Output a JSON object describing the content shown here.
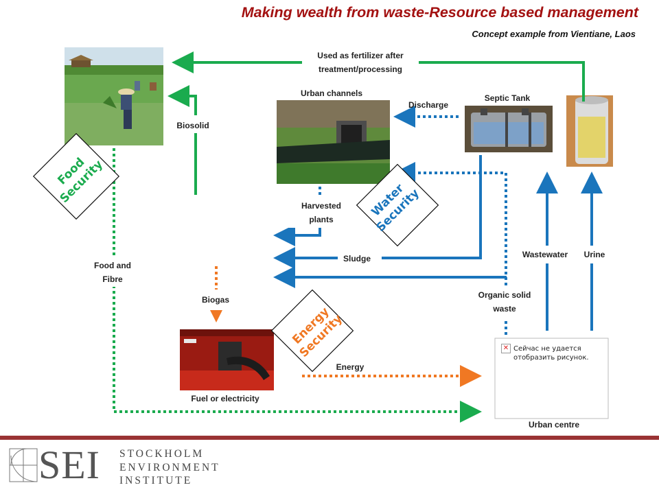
{
  "header": {
    "title": "Making wealth from waste-Resource based management",
    "subtitle": "Concept example from Vientiane, Laos"
  },
  "diagram": {
    "nodes": {
      "urban_channels": "Urban channels",
      "septic_tank": "Septic Tank",
      "urban_centre": "Urban centre",
      "fuel": "Fuel or electricity"
    },
    "flows": {
      "fertilizer_line1": "Used as fertilizer after",
      "fertilizer_line2": "treatment/processing",
      "biosolid": "Biosolid",
      "discharge": "Discharge",
      "harvested_line1": "Harvested",
      "harvested_line2": "plants",
      "sludge": "Sludge",
      "wastewater": "Wastewater",
      "urine": "Urine",
      "food_line1": "Food and",
      "food_line2": "Fibre",
      "organic_line1": "Organic solid",
      "organic_line2": "waste",
      "biogas": "Biogas",
      "energy": "Energy"
    },
    "security": {
      "food_line1": "Food",
      "food_line2": "Security",
      "water_line1": "Water",
      "water_line2": "Security",
      "energy_line1": "Energy",
      "energy_line2": "Security"
    },
    "placeholder_error": {
      "line1": "Сейчас не удается",
      "line2": "отобразить рисунок."
    }
  },
  "footer": {
    "org_mark": "SEI",
    "org_line1": "STOCKHOLM",
    "org_line2": "ENVIRONMENT",
    "org_line3": "INSTITUTE"
  },
  "colors": {
    "green": "#1aab4e",
    "blue": "#1a75bc",
    "orange": "#f07823",
    "title_red": "#a31111",
    "footer_bar": "#9a3334"
  }
}
